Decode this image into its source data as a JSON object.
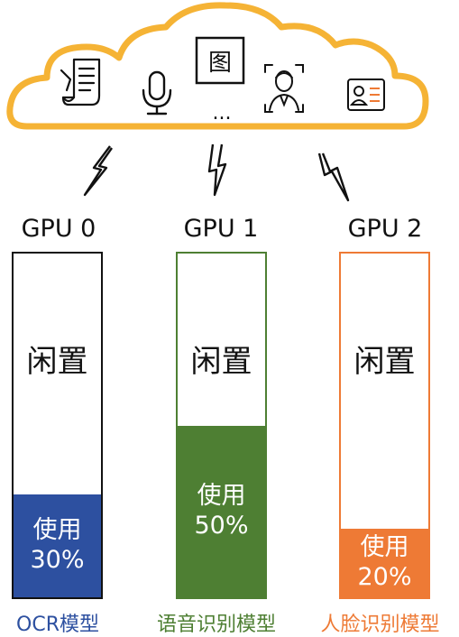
{
  "cloud": {
    "color": "#F5B335",
    "icons": [
      "document-icon",
      "microphone-icon",
      "image-icon",
      "face-recognition-icon",
      "id-card-icon"
    ],
    "image_icon_text": "图",
    "ellipsis": "..."
  },
  "gpus": [
    {
      "label": "GPU 0",
      "idle_text": "闲置",
      "used_word": "使用",
      "used_percent_text": "30%",
      "usage": 0.3,
      "color": "#2D50A0",
      "border": "#111111",
      "model": "OCR模型",
      "model_color": "#2D50A0"
    },
    {
      "label": "GPU 1",
      "idle_text": "闲置",
      "used_word": "使用",
      "used_percent_text": "50%",
      "usage": 0.5,
      "color": "#4E7F33",
      "border": "#4E7F33",
      "model": "语音识别模型",
      "model_color": "#4E7F33"
    },
    {
      "label": "GPU 2",
      "idle_text": "闲置",
      "used_word": "使用",
      "used_percent_text": "20%",
      "usage": 0.2,
      "color": "#EE7A35",
      "border": "#EE7A35",
      "model": "人脸识别模型",
      "model_color": "#EE7A35"
    }
  ]
}
